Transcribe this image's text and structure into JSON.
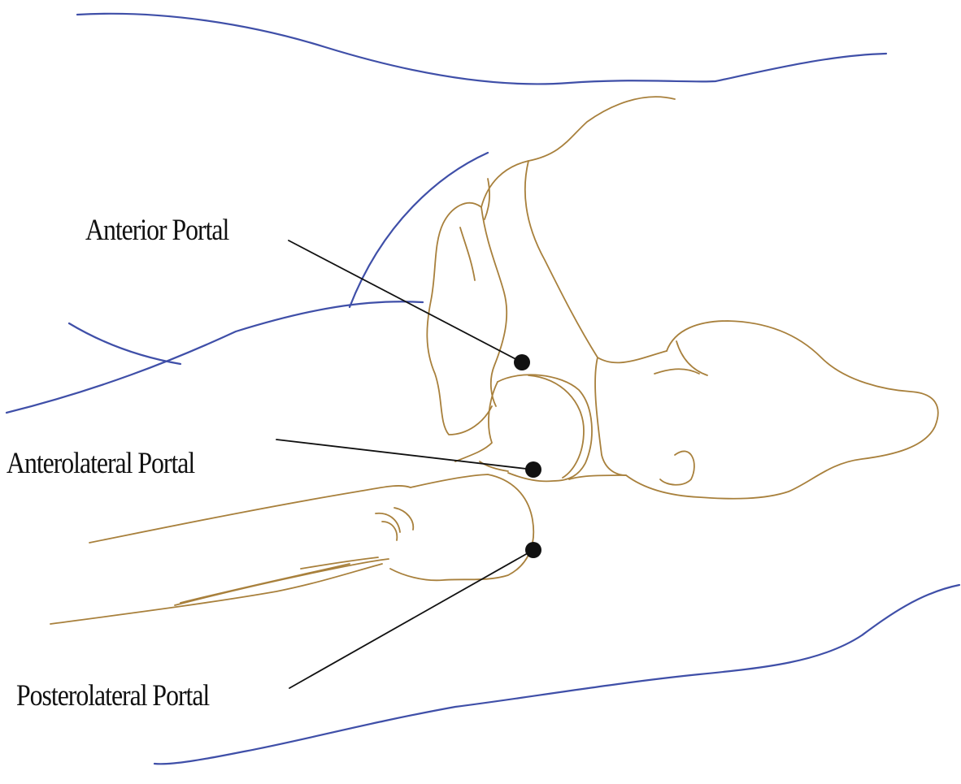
{
  "colors": {
    "skin_outline": "#3f4fa8",
    "bone_outline": "#a8803c",
    "portal_marker": "#111111",
    "leader_line": "#111111",
    "label_text": "#111111",
    "background": "#ffffff"
  },
  "labels": {
    "anterior_portal": "Anterior Portal",
    "anterolateral_portal": "Anterolateral Portal",
    "posterolateral_portal": "Posterolateral Portal"
  }
}
